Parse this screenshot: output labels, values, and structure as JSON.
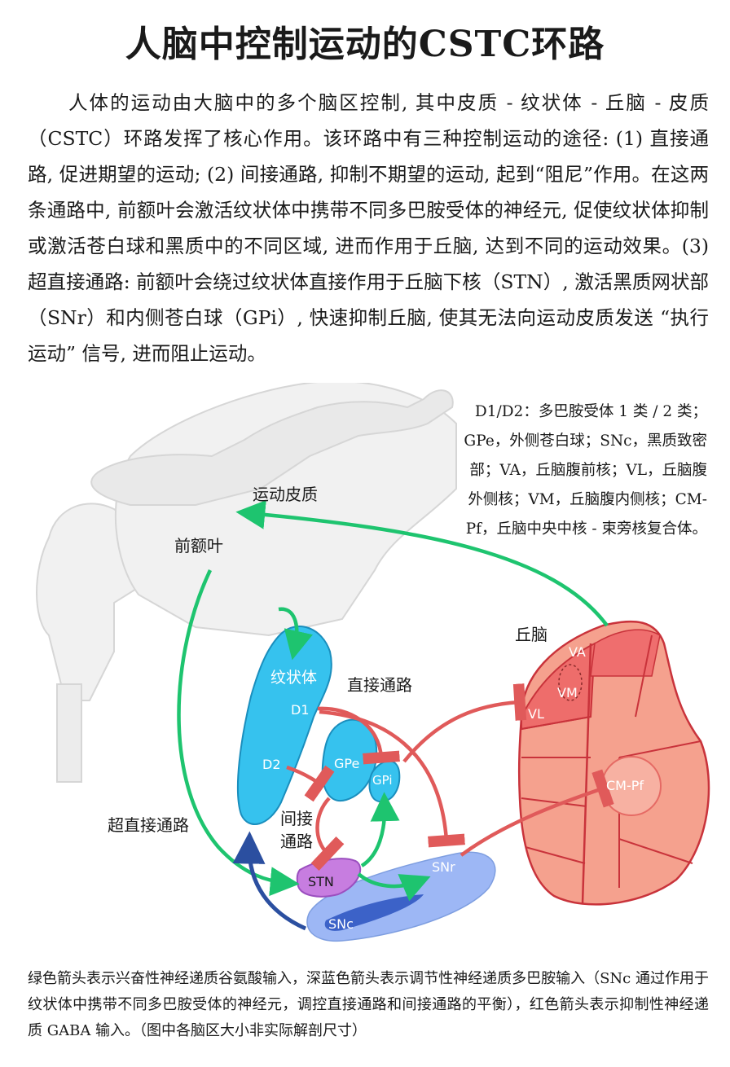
{
  "title": "人脑中控制运动的CSTC环路",
  "intro": "人体的运动由大脑中的多个脑区控制, 其中皮质 - 纹状体 - 丘脑 - 皮质（CSTC）环路发挥了核心作用。该环路中有三种控制运动的途径: (1) 直接通路, 促进期望的运动; (2) 间接通路, 抑制不期望的运动, 起到“阻尼”作用。在这两条通路中, 前额叶会激活纹状体中携带不同多巴胺受体的神经元, 促使纹状体抑制或激活苍白球和黑质中的不同区域, 进而作用于丘脑, 达到不同的运动效果。(3) 超直接通路: 前额叶会绕过纹状体直接作用于丘脑下核（STN）, 激活黑质网状部（SNr）和内侧苍白球（GPi）, 快速抑制丘脑, 使其无法向运动皮质发送 “执行运动” 信号, 进而阻止运动。",
  "legend_note": "D1/D2：多巴胺受体 1 类 / 2 类；GPe，外侧苍白球；SNc，黑质致密部；VA，丘脑腹前核；VL，丘脑腹外侧核；VM，丘脑腹内侧核；CM-Pf，丘脑中央中核 - 束旁核复合体。",
  "labels": {
    "motor_cortex": "运动皮质",
    "prefrontal": "前额叶",
    "thalamus": "丘脑",
    "striatum": "纹状体",
    "d1": "D1",
    "d2": "D2",
    "gpe": "GPe",
    "gpi": "GPi",
    "stn": "STN",
    "snr": "SNr",
    "snc": "SNc",
    "va": "VA",
    "vm": "VM",
    "vl": "VL",
    "cm_pf": "CM-Pf",
    "direct_pathway": "直接通路",
    "indirect_pathway_1": "间接",
    "indirect_pathway_2": "通路",
    "hyperdirect_pathway": "超直接通路"
  },
  "caption": "绿色箭头表示兴奋性神经递质谷氨酸输入，深蓝色箭头表示调节性神经递质多巴胺输入（SNc 通过作用于纹状体中携带不同多巴胺受体的神经元，调控直接通路和间接通路的平衡），红色箭头表示抑制性神经递质 GABA 输入。（图中各脑区大小非实际解剖尺寸）",
  "colors": {
    "excitatory": "#1ec46f",
    "dopamine": "#2b4fa0",
    "inhibitory": "#e05a5a",
    "striatum": "#36c2ee",
    "stn": "#c77de0",
    "substantia_nigra": "#9db7f5",
    "thalamus": "#f5a18e"
  }
}
